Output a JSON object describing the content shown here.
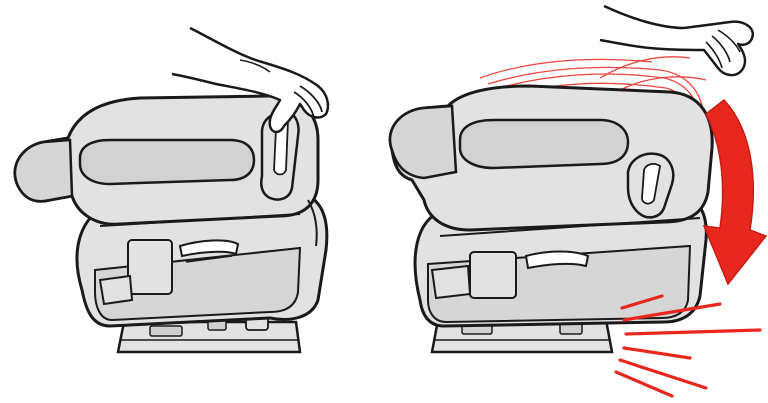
{
  "colors": {
    "background": "#ffffff",
    "seat_fill": "#e2e2e2",
    "seat_shade": "#cfcfcf",
    "outline": "#1a1a1a",
    "skin": "#ffffff",
    "motion_red": "#e8281e",
    "motion_red_light": "#f08a80"
  },
  "panels": [
    {
      "id": "left",
      "description_icon": "seat-folded-hand-pressing",
      "objects": [
        "folded-seat",
        "hand",
        "seat-base-track"
      ]
    },
    {
      "id": "right",
      "description_icon": "seat-dropping-into-latch",
      "objects": [
        "folded-seat",
        "hand",
        "down-arrow",
        "motion-trails",
        "impact-lines",
        "seat-base-track"
      ]
    }
  ]
}
